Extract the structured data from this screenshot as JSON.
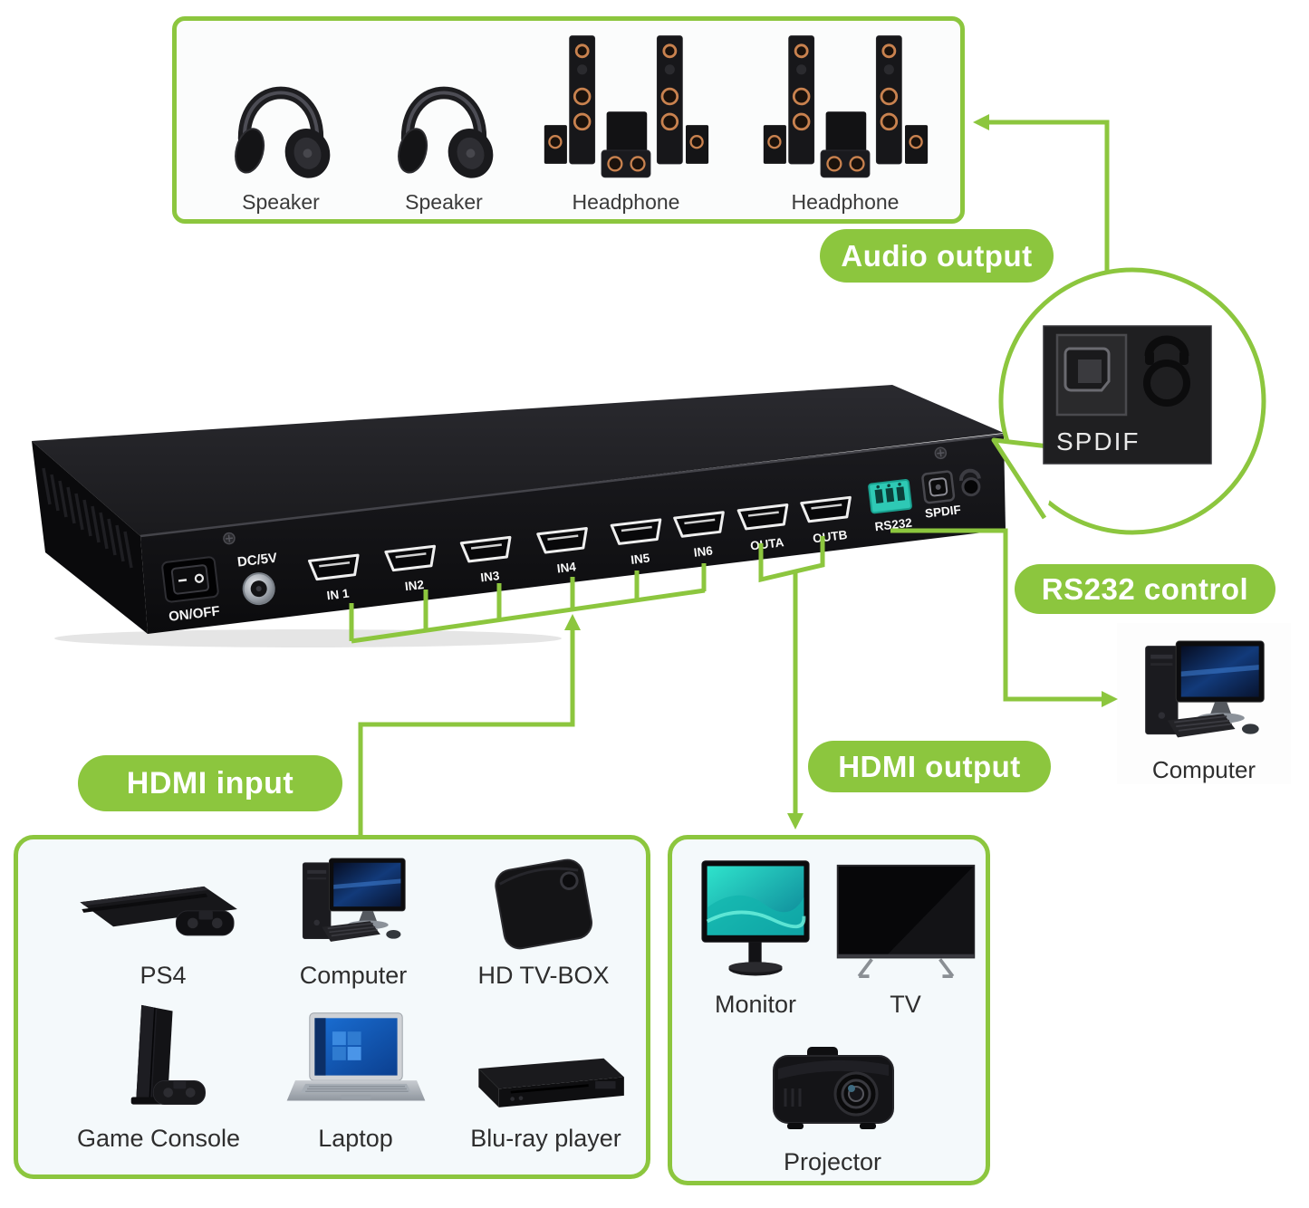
{
  "colors": {
    "accent_green": "#8CC63E",
    "rs232_terminal_teal": "#2EC9B5"
  },
  "badges": {
    "audio_output": "Audio output",
    "rs232_control": "RS232 control",
    "hdmi_input": "HDMI input",
    "hdmi_output": "HDMI output"
  },
  "audio_box": {
    "items": [
      {
        "icon": "headphones-icon",
        "label": "Speaker"
      },
      {
        "icon": "headphones-icon",
        "label": "Speaker"
      },
      {
        "icon": "speaker-system-icon",
        "label": "Headphone"
      },
      {
        "icon": "speaker-system-icon",
        "label": "Headphone"
      }
    ]
  },
  "spdif_detail": {
    "port_label": "SPDIF"
  },
  "device": {
    "power_label": "ON/OFF",
    "dc_label": "DC/5V",
    "ports": [
      "IN 1",
      "IN2",
      "IN3",
      "IN4",
      "IN5",
      "IN6",
      "OUTA",
      "OUTB"
    ],
    "rs232_label": "RS232",
    "spdif_label": "SPDIF"
  },
  "input_box": {
    "items": [
      {
        "icon": "ps4-console-icon",
        "label": "PS4"
      },
      {
        "icon": "desktop-computer-icon",
        "label": "Computer"
      },
      {
        "icon": "tv-box-icon",
        "label": "HD TV-BOX"
      },
      {
        "icon": "game-console-icon",
        "label": "Game Console"
      },
      {
        "icon": "laptop-icon",
        "label": "Laptop"
      },
      {
        "icon": "bluray-player-icon",
        "label": "Blu-ray player"
      }
    ]
  },
  "output_box": {
    "items": [
      {
        "icon": "monitor-icon",
        "label": "Monitor"
      },
      {
        "icon": "tv-icon",
        "label": "TV"
      },
      {
        "icon": "projector-icon",
        "label": "Projector"
      }
    ]
  },
  "rs232_target": {
    "icon": "desktop-computer-icon",
    "label": "Computer"
  }
}
